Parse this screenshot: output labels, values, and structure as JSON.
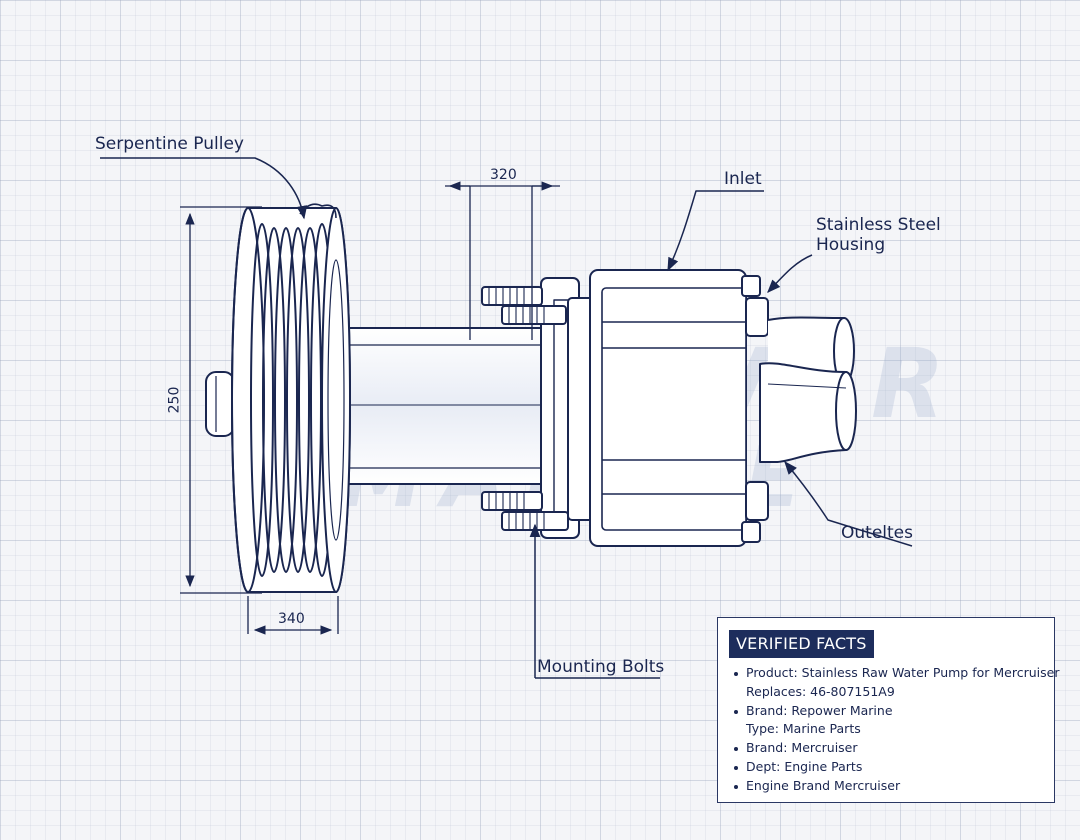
{
  "callouts": {
    "pulley": "Serpentine Pulley",
    "inlet": "Inlet",
    "housing_line1": "Stainless Steel",
    "housing_line2": "Housing",
    "outlets": "Outeltes",
    "bolts": "Mounting Bolts"
  },
  "dimensions": {
    "top": "320",
    "height": "250",
    "bottom": "340"
  },
  "watermark": {
    "line1": "REPOWER",
    "line2": "MARINE"
  },
  "facts": {
    "title": "VERIFIED FACTS",
    "items": [
      {
        "text": "Product: Stainless Raw Water Pump for Mercruiser",
        "bullet": true
      },
      {
        "text": "Replaces: 46-807151A9",
        "bullet": false
      },
      {
        "text": "Brand: Repower Marine",
        "bullet": true
      },
      {
        "text": "Type: Marine Parts",
        "bullet": false
      },
      {
        "text": "Brand: Mercruiser",
        "bullet": true
      },
      {
        "text": "Dept: Engine Parts",
        "bullet": true
      },
      {
        "text": "Engine Brand Mercruiser",
        "bullet": true
      }
    ]
  },
  "colors": {
    "ink": "#1a2650",
    "panel_title_bg": "#1d2d5c",
    "grid": "#c8cedd"
  }
}
